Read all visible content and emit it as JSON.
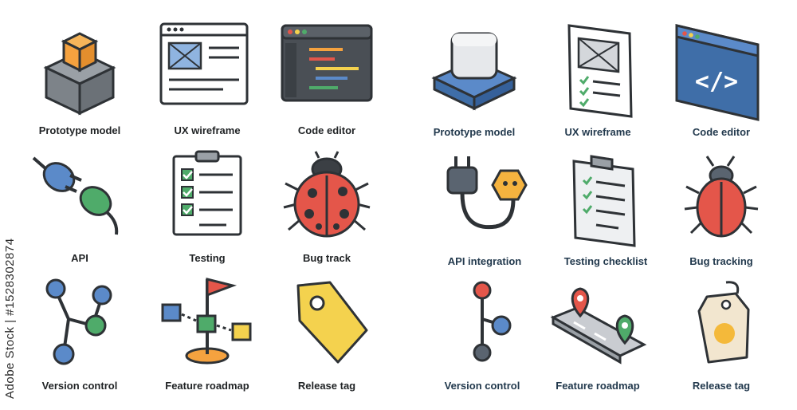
{
  "left_set": {
    "icons": [
      {
        "label": "Prototype model",
        "icon": "prototype-cube-icon"
      },
      {
        "label": "UX wireframe",
        "icon": "wireframe-window-icon"
      },
      {
        "label": "Code editor",
        "icon": "code-editor-window-icon"
      },
      {
        "label": "API",
        "icon": "plug-connector-icon"
      },
      {
        "label": "Testing",
        "icon": "checklist-clipboard-icon"
      },
      {
        "label": "Bug track",
        "icon": "ladybug-icon"
      },
      {
        "label": "Version control",
        "icon": "branch-graph-icon"
      },
      {
        "label": "Feature roadmap",
        "icon": "roadmap-flag-icon"
      },
      {
        "label": "Release tag",
        "icon": "price-tag-icon"
      }
    ]
  },
  "right_set": {
    "icons": [
      {
        "label": "Prototype model",
        "icon": "prototype-cube-icon"
      },
      {
        "label": "UX wireframe",
        "icon": "wireframe-document-icon"
      },
      {
        "label": "Code editor",
        "icon": "code-brackets-window-icon"
      },
      {
        "label": "API integration",
        "icon": "plug-socket-icon"
      },
      {
        "label": "Testing checklist",
        "icon": "checklist-clipboard-icon"
      },
      {
        "label": "Bug tracking",
        "icon": "beetle-icon"
      },
      {
        "label": "Version control",
        "icon": "branch-line-icon"
      },
      {
        "label": "Feature roadmap",
        "icon": "map-pins-icon"
      },
      {
        "label": "Release tag",
        "icon": "tag-label-icon"
      }
    ]
  },
  "code_glyph": "</>",
  "credit": "Adobe Stock | #1528302874",
  "colors": {
    "outline": "#2e3236",
    "orange": "#f5a23f",
    "blue": "#5b8ac9",
    "green": "#4fab6a",
    "red": "#e4564a",
    "yellow": "#f4d24e"
  }
}
